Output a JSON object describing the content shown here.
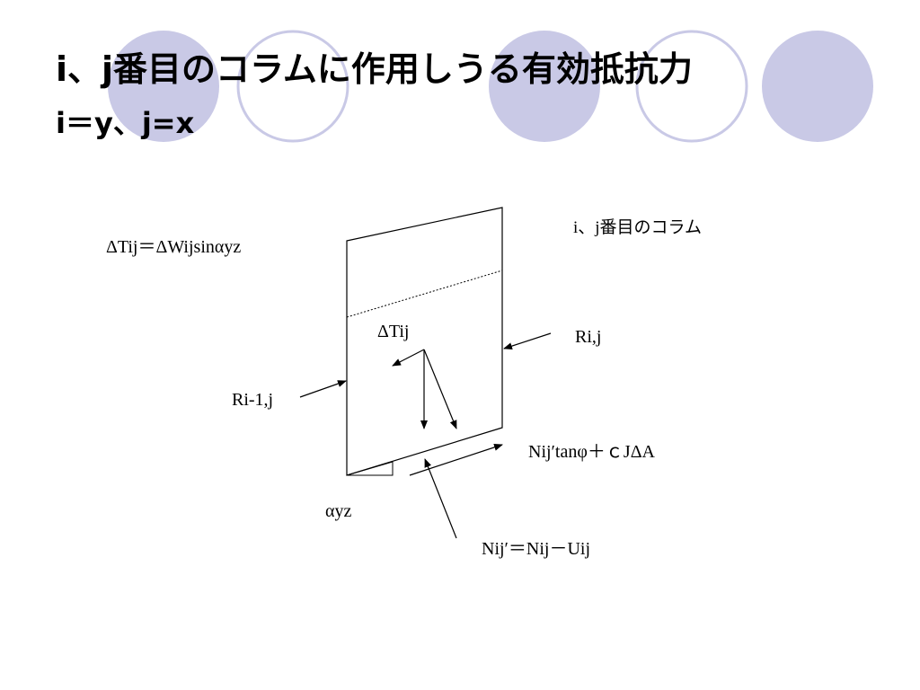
{
  "slide": {
    "title_line1": "i、j番目のコラムに作用しうる有効抵抗力",
    "title_line2": "i＝y、j=x"
  },
  "theme": {
    "circle_fill": "#c9c9e6",
    "circle_stroke": "#c9c9e6",
    "circle_outline_fill": "#ffffff"
  },
  "diagram": {
    "formula": "ΔTij＝ΔWijsinαyz",
    "column_label": "i、j番目のコラム",
    "delta_t_label": "ΔTij",
    "r_ij_label": "Ri,j",
    "r_i1j_label": "Ri-1,j",
    "normal_force_label": "Nij′tanφ＋ｃJΔA",
    "angle_label": "αyz",
    "n_prime_label": "Nij′＝Nij－Uij"
  }
}
